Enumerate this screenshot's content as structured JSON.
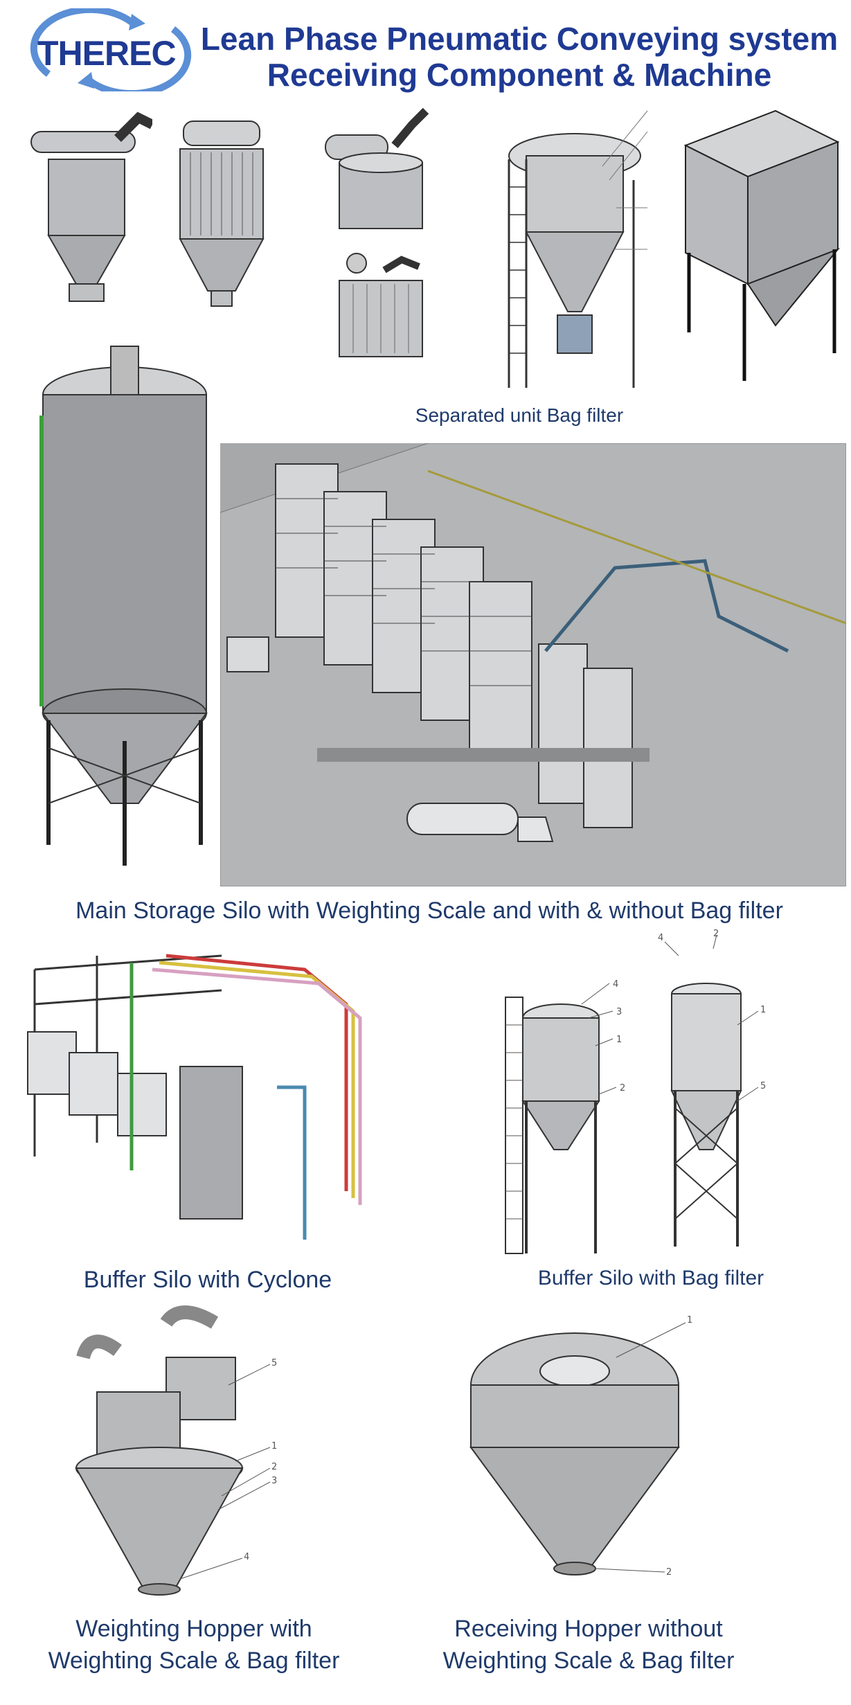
{
  "brand": {
    "logo_text": "THEREC"
  },
  "header": {
    "title_line1": "Lean Phase Pneumatic Conveying system",
    "title_line2": "Receiving Component & Machine"
  },
  "captions": {
    "bag_filter": "Separated unit Bag filter",
    "main_silo": "Main Storage Silo with Weighting Scale and with & without Bag filter",
    "buffer_cyclone": "Buffer Silo with Cyclone",
    "buffer_bag": "Buffer Silo with Bag filter",
    "weighting_hopper_l1": "Weighting Hopper with",
    "weighting_hopper_l2": "Weighting Scale & Bag filter",
    "receiving_hopper_l1": "Receiving Hopper without",
    "receiving_hopper_l2": "Weighting Scale & Bag filter"
  },
  "callouts": {
    "buffer_bag_a": [
      "4",
      "3",
      "1",
      "2"
    ],
    "buffer_bag_b": [
      "2",
      "4",
      "1",
      "5"
    ],
    "weighting_hopper": [
      "5",
      "1",
      "2",
      "3",
      "4"
    ],
    "receiving_hopper": [
      "1",
      "2"
    ]
  }
}
